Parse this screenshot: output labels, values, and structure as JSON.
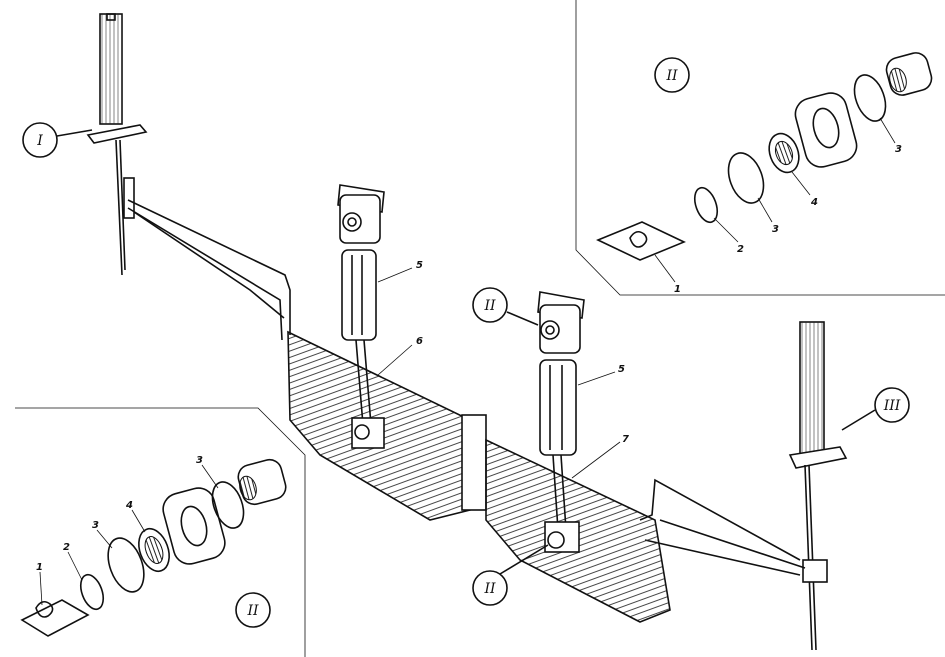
{
  "diagram": {
    "callouts": {
      "I": "I",
      "III": "III",
      "II_main_upper": "II",
      "II_main_lower": "II",
      "II_inset_top": "II",
      "II_inset_bottom": "II"
    },
    "part_numbers": {
      "main_5_left": "5",
      "main_5_right": "5",
      "main_6": "6",
      "main_7": "7",
      "inset_top_1": "1",
      "inset_top_2": "2",
      "inset_top_3a": "3",
      "inset_top_3b": "3",
      "inset_top_4": "4",
      "inset_bottom_1": "1",
      "inset_bottom_2": "2",
      "inset_bottom_3a": "3",
      "inset_bottom_3b": "3",
      "inset_bottom_4": "4"
    }
  }
}
